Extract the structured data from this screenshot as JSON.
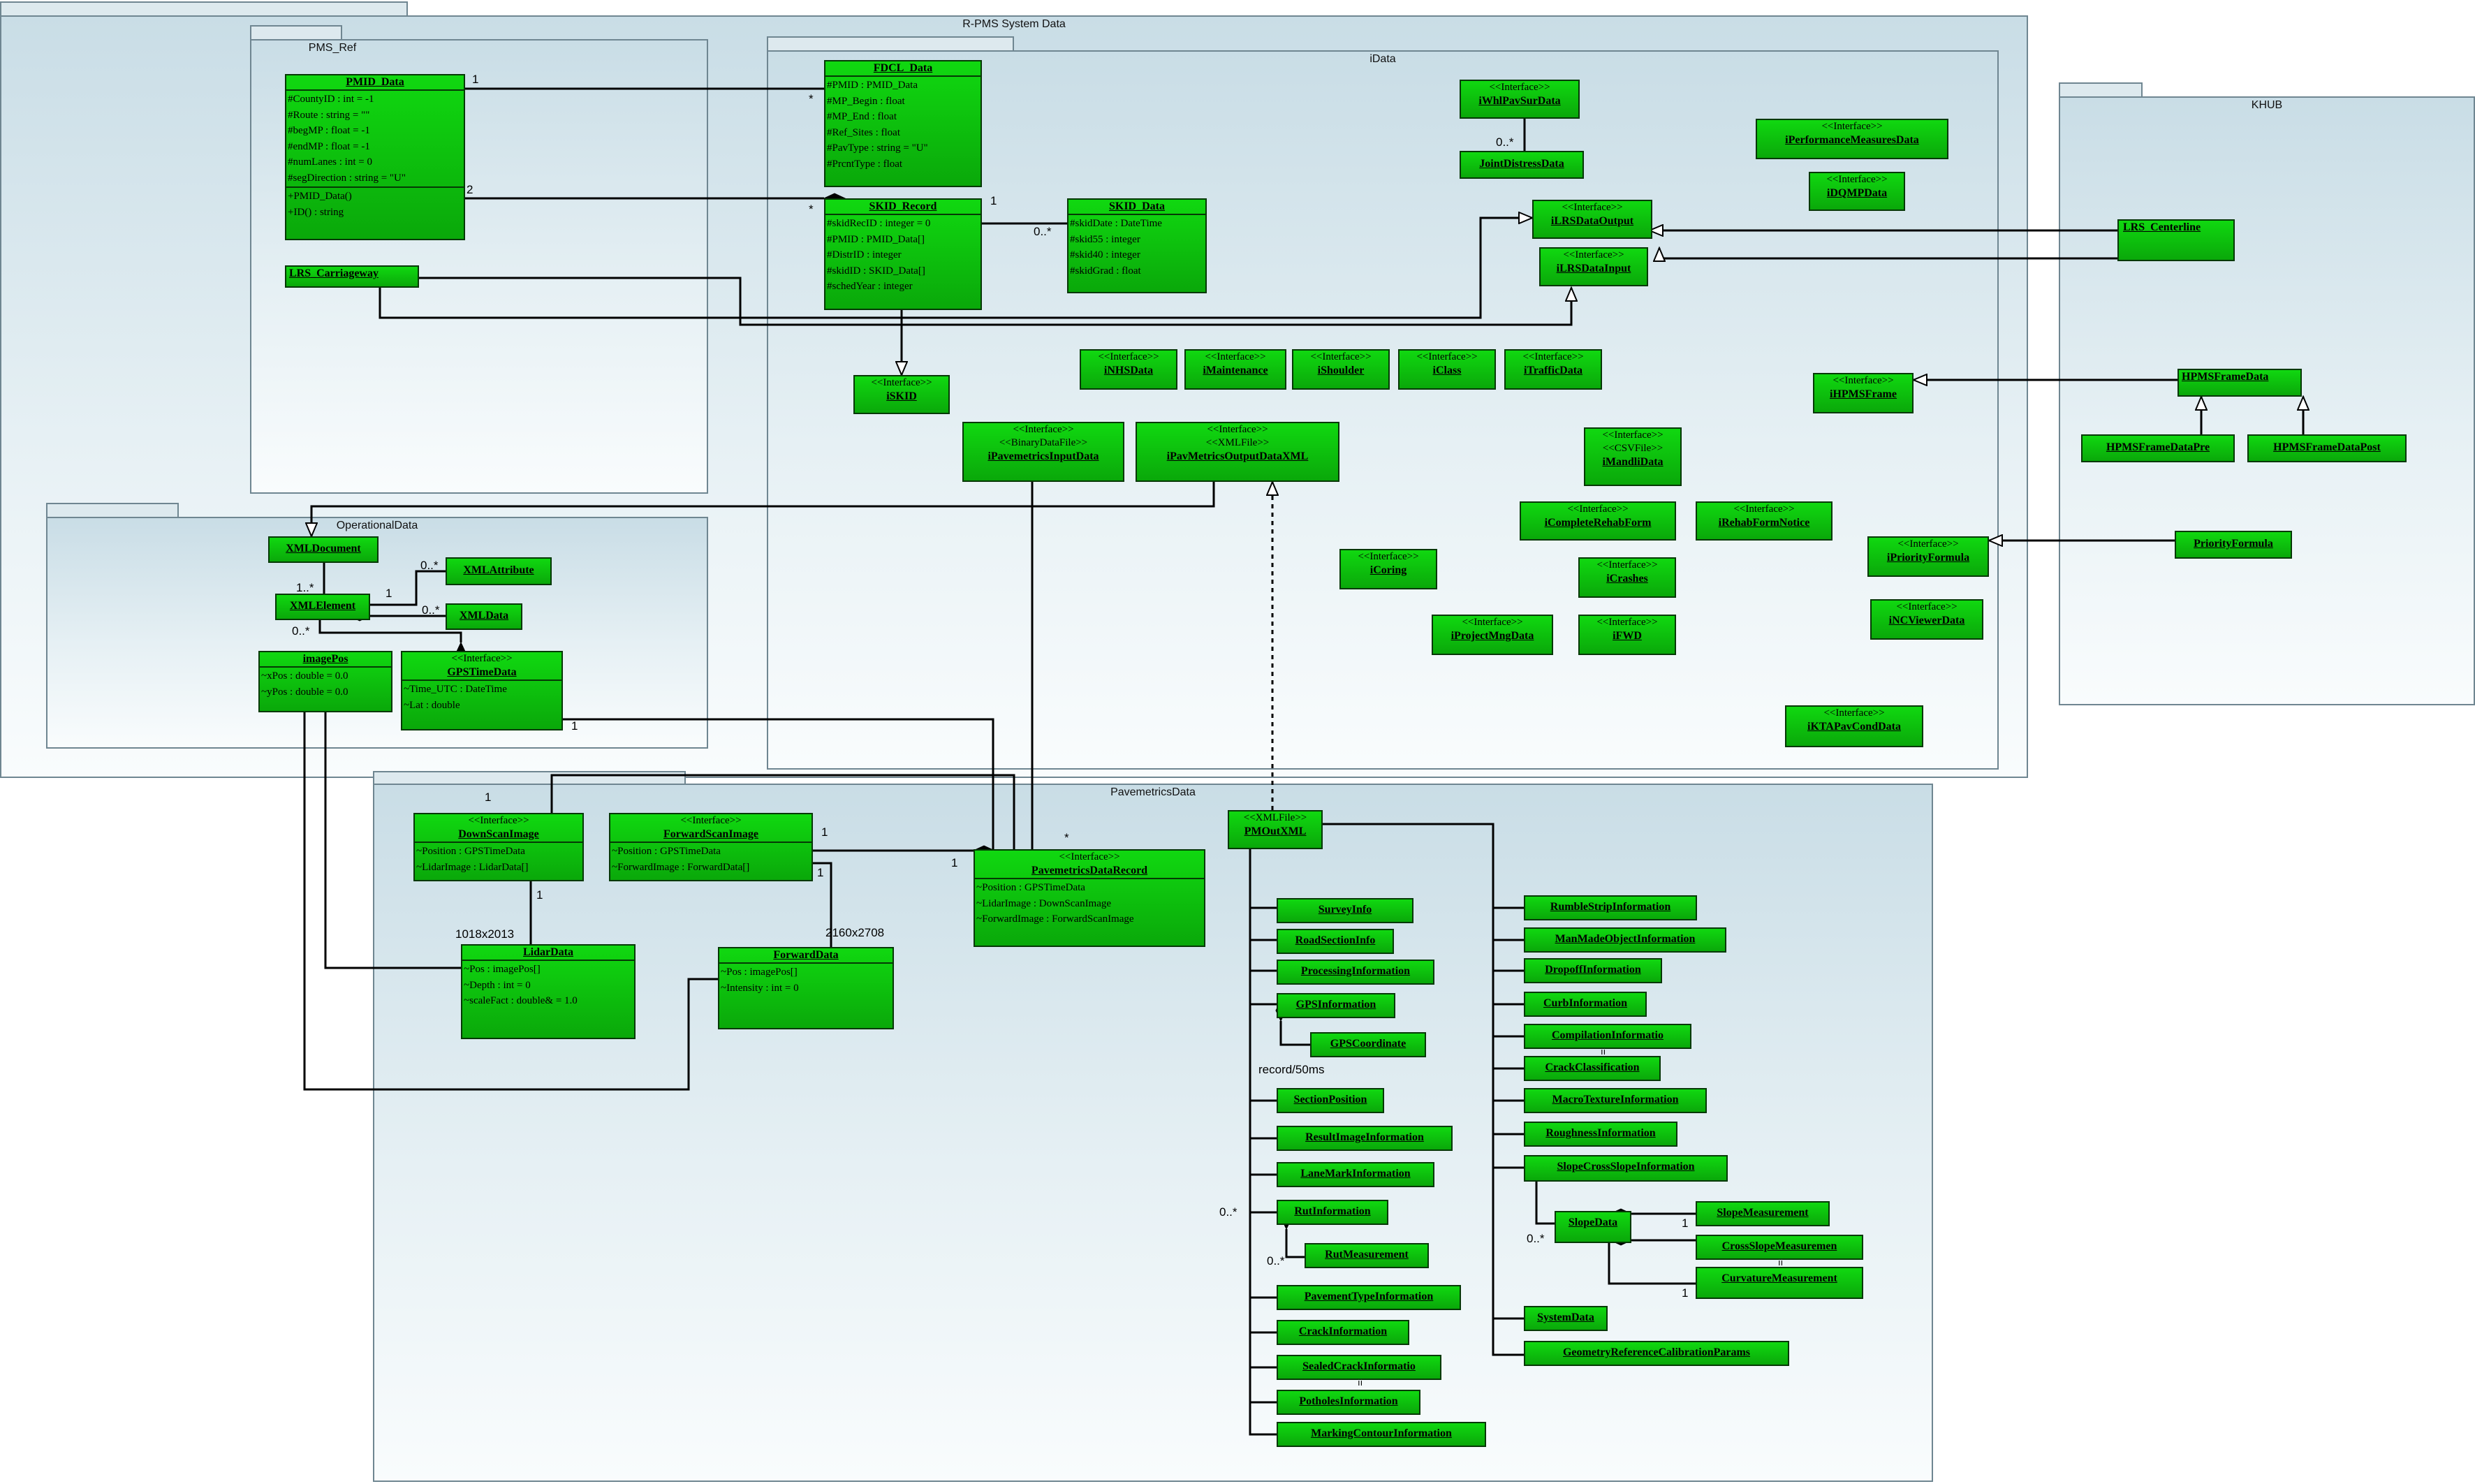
{
  "packages": {
    "rpms": "R-PMS System Data",
    "pmsref": "PMS_Ref",
    "idata": "iData",
    "khub": "KHUB",
    "operational": "OperationalData",
    "pavemetrics": "PavemetricsData"
  },
  "classes": {
    "pmid_data": {
      "name": "PMID_Data",
      "attrs": [
        "#CountyID : int = -1",
        "#Route : string = \"\"",
        "#begMP : float = -1",
        "#endMP : float = -1",
        "#numLanes : int = 0",
        "#segDirection : string = \"U\""
      ],
      "ops": [
        "+PMID_Data()",
        "+ID() : string"
      ]
    },
    "lrs_carriageway": {
      "name": "LRS_Carriageway"
    },
    "fdcl_data": {
      "name": "FDCL_Data",
      "attrs": [
        "#PMID : PMID_Data",
        "#MP_Begin : float",
        "#MP_End : float",
        "#Ref_Sites : float",
        "#PavType : string = \"U\"",
        "#PrcntType : float"
      ]
    },
    "skid_record": {
      "name": "SKID_Record",
      "attrs": [
        "#skidRecID : integer = 0",
        "#PMID : PMID_Data[]",
        "#DistrID : integer",
        "#skidID : SKID_Data[]",
        "#schedYear : integer"
      ]
    },
    "skid_data": {
      "name": "SKID_Data",
      "attrs": [
        "#skidDate : DateTime",
        "#skid55 : integer",
        "#skid40 : integer",
        "#skidGrad : float"
      ]
    },
    "iskid": {
      "stereo": "<<Interface>>",
      "name": "iSKID"
    },
    "iwhlpavsurdata": {
      "stereo": "<<Interface>>",
      "name": "iWhlPavSurData"
    },
    "jointdistressdata": {
      "name": "JointDistressData"
    },
    "iperformancemeasuresdata": {
      "stereo": "<<Interface>>",
      "name": "iPerformanceMeasuresData"
    },
    "idqmpdata": {
      "stereo": "<<Interface>>",
      "name": "iDQMPData"
    },
    "ilrsdataoutput": {
      "stereo": "<<Interface>>",
      "name": "iLRSDataOutput"
    },
    "ilrsdatainput": {
      "stereo": "<<Interface>>",
      "name": "iLRSDataInput"
    },
    "inhsdata": {
      "stereo": "<<Interface>>",
      "name": "iNHSData"
    },
    "imaintenance": {
      "stereo": "<<Interface>>",
      "name": "iMaintenance"
    },
    "ishoulder": {
      "stereo": "<<Interface>>",
      "name": "iShoulder"
    },
    "iclass": {
      "stereo": "<<Interface>>",
      "name": "iClass"
    },
    "itrafficdata": {
      "stereo": "<<Interface>>",
      "name": "iTrafficData"
    },
    "ipavemetricsinputdata": {
      "stereo": "<<Interface>>",
      "stereo2": "<<BinaryDataFile>>",
      "name": "iPavemetricsInputData"
    },
    "ipavmetricsoutputdataxml": {
      "stereo": "<<Interface>>",
      "stereo2": "<<XMLFile>>",
      "name": "iPavMetricsOutputDataXML"
    },
    "imandlidata": {
      "stereo": "<<Interface>>",
      "stereo2": "<<CSVFile>>",
      "name": "iMandliData"
    },
    "ihpmsframe": {
      "stereo": "<<Interface>>",
      "name": "iHPMSFrame"
    },
    "icompleterehabform": {
      "stereo": "<<Interface>>",
      "name": "iCompleteRehabForm"
    },
    "irehabformnotice": {
      "stereo": "<<Interface>>",
      "name": "iRehabFormNotice"
    },
    "icoring": {
      "stereo": "<<Interface>>",
      "name": "iCoring"
    },
    "icrashes": {
      "stereo": "<<Interface>>",
      "name": "iCrashes"
    },
    "iprojectmngdata": {
      "stereo": "<<Interface>>",
      "name": "iProjectMngData"
    },
    "ifwd": {
      "stereo": "<<Interface>>",
      "name": "iFWD"
    },
    "iktapavconddata": {
      "stereo": "<<Interface>>",
      "name": "iKTAPavCondData"
    },
    "ipriorityformula": {
      "stereo": "<<Interface>>",
      "name": "iPriorityFormula"
    },
    "incviewerdata": {
      "stereo": "<<Interface>>",
      "name": "iNCViewerData"
    },
    "lrs_centerline": {
      "name": "LRS_Centerline"
    },
    "hpmsframedata": {
      "name": "HPMSFrameData"
    },
    "hpmsframedatapre": {
      "name": "HPMSFrameDataPre"
    },
    "hpmsframedatapost": {
      "name": "HPMSFrameDataPost"
    },
    "priorityformula": {
      "name": "PriorityFormula"
    },
    "xmldocument": {
      "name": "XMLDocument"
    },
    "xmlattribute": {
      "name": "XMLAttribute"
    },
    "xmlelement": {
      "name": "XMLElement"
    },
    "xmldata": {
      "name": "XMLData"
    },
    "imagepos": {
      "name": "imagePos",
      "attrs": [
        "~xPos : double = 0.0",
        "~yPos : double = 0.0"
      ]
    },
    "gpstimedata": {
      "stereo": "<<Interface>>",
      "name": "GPSTimeData",
      "attrs": [
        "~Time_UTC : DateTime",
        "~Lat : double"
      ]
    },
    "downscanimage": {
      "stereo": "<<Interface>>",
      "name": "DownScanImage",
      "attrs": [
        "~Position : GPSTimeData",
        "~LidarImage : LidarData[]"
      ]
    },
    "forwardscanimage": {
      "stereo": "<<Interface>>",
      "name": "ForwardScanImage",
      "attrs": [
        "~Position : GPSTimeData",
        "~ForwardImage : ForwardData[]"
      ]
    },
    "pavemetricsdatarecord": {
      "stereo": "<<Interface>>",
      "name": "PavemetricsDataRecord",
      "attrs": [
        "~Position : GPSTimeData",
        "~LidarImage : DownScanImage",
        "~ForwardImage : ForwardScanImage"
      ]
    },
    "lidardata": {
      "name": "LidarData",
      "attrs": [
        "~Pos : imagePos[]",
        "~Depth : int = 0",
        "~scaleFact : double& = 1.0"
      ]
    },
    "forwarddata": {
      "name": "ForwardData",
      "attrs": [
        "~Pos : imagePos[]",
        "~Intensity : int = 0"
      ]
    },
    "pmoutxml": {
      "stereo": "<<XMLFile>>",
      "name": "PMOutXML"
    },
    "surveyinfo": {
      "name": "SurveyInfo"
    },
    "roadsectioninfo": {
      "name": "RoadSectionInfo"
    },
    "processinginformation": {
      "name": "ProcessingInformation"
    },
    "gpsinformation": {
      "name": "GPSInformation"
    },
    "gpscoordinate": {
      "name": "GPSCoordinate"
    },
    "sectionposition": {
      "name": "SectionPosition"
    },
    "resultimageinformation": {
      "name": "ResultImageInformation"
    },
    "lanemarkinformation": {
      "name": "LaneMarkInformation"
    },
    "rutinformation": {
      "name": "RutInformation"
    },
    "rutmeasurement": {
      "name": "RutMeasurement"
    },
    "pavementtypeinformation": {
      "name": "PavementTypeInformation"
    },
    "crackinformation": {
      "name": "CrackInformation"
    },
    "sealedcrackinformation": {
      "name": "SealedCrackInformatio"
    },
    "potholesinformation": {
      "name": "PotholesInformation"
    },
    "markingcontourinformation": {
      "name": "MarkingContourInformation"
    },
    "rumblestripinformation": {
      "name": "RumbleStripInformation"
    },
    "manmadeobjectinformation": {
      "name": "ManMadeObjectInformation"
    },
    "dropoffinformation": {
      "name": "DropoffInformation"
    },
    "curbinformation": {
      "name": "CurbInformation"
    },
    "compilationinformation": {
      "name": "CompilationInformatio"
    },
    "crackclassification": {
      "name": "CrackClassification"
    },
    "macrotextureinformation": {
      "name": "MacroTextureInformation"
    },
    "roughnessinformation": {
      "name": "RoughnessInformation"
    },
    "slopecrossslopeinformation": {
      "name": "SlopeCrossSlopeInformation"
    },
    "slopedata": {
      "name": "SlopeData"
    },
    "slopemeasurement": {
      "name": "SlopeMeasurement"
    },
    "crossslopemeasurement": {
      "name": "CrossSlopeMeasuremen"
    },
    "curvaturemeasurement": {
      "name": "CurvatureMeasurement"
    },
    "systemdata": {
      "name": "SystemData"
    },
    "geometryreferencecalibrationparams": {
      "name": "GeometryReferenceCalibrationParams"
    }
  },
  "labels": {
    "m_pmid_fdcl_1": "1",
    "m_pmid_fdcl_star": "*",
    "m_pmid_skid_2": "2",
    "m_pmid_skid_star": "*",
    "m_skidrec_skiddata_1": "1",
    "m_skidrec_skiddata_0n": "0..*",
    "m_whl_joint_0n": "0..*",
    "m_doc_elem_1n": "1..*",
    "m_elem_attr_0n": "0..*",
    "m_elem_attr_1": "1",
    "m_elem_data_0n": "0..*",
    "m_elem_self_0n": "0..*",
    "m_gps_1": "1",
    "m_down_1": "1",
    "m_forward_1": "1",
    "m_forward_1b": "1",
    "m_pdr_1": "1",
    "m_pdr_star": "*",
    "m_down_lidar_1": "1",
    "dim_lidar": "1018x2013",
    "dim_forward": "2160x2708",
    "record_rate": "record/50ms",
    "m_rut_0n": "0..*",
    "m_rutmeas_0n": "0..*",
    "m_slope_0n": "0..*",
    "m_slopemeas_1": "1",
    "m_curv_1": "1",
    "dbl_i_1": "ıı",
    "dbl_i_2": "ıı",
    "dbl_i_3": "ıı"
  }
}
